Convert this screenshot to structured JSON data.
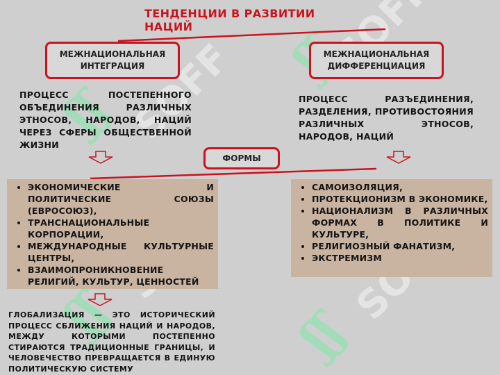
{
  "title": "ТЕНДЕНЦИИ В РАЗВИТИИ НАЦИЙ",
  "integration": {
    "label": "МЕЖНАЦИОНАЛЬНАЯ ИНТЕГРАЦИЯ",
    "description": "ПРОЦЕСС ПОСТЕПЕННОГО ОБЪЕДИНЕНИЯ РАЗЛИЧНЫХ ЭТНОСОВ, НАРОДОВ, НАЦИЙ ЧЕРЕЗ СФЕРЫ ОБЩЕСТВЕННОЙ ЖИЗНИ"
  },
  "differentiation": {
    "label": "МЕЖНАЦИОНАЛЬНАЯ ДИФФЕРЕНЦИАЦИЯ",
    "description": "ПРОЦЕСС РАЗЪЕДИНЕНИЯ, РАЗДЕЛЕНИЯ, ПРОТИВОСТОЯНИЯ РАЗЛИЧНЫХ ЭТНОСОВ, НАРОДОВ, НАЦИЙ"
  },
  "forms_label": "ФОРМЫ",
  "integration_forms": [
    "ЭКОНОМИЧЕСКИЕ И ПОЛИТИЧЕСКИЕ СОЮЗЫ (ЕВРОСОЮЗ),",
    "ТРАНСНАЦИОНАЛЬНЫЕ КОРПОРАЦИИ,",
    "МЕЖДУНАРОДНЫЕ КУЛЬТУРНЫЕ ЦЕНТРЫ,",
    "ВЗАИМОПРОНИКНОВЕНИЕ РЕЛИГИЙ, КУЛЬТУР, ЦЕННОСТЕЙ"
  ],
  "differentiation_forms": [
    "САМОИЗОЛЯЦИЯ,",
    "ПРОТЕКЦИОНИЗМ В ЭКОНОМИКЕ,",
    "НАЦИОНАЛИЗМ В РАЗЛИЧНЫХ ФОРМАХ В ПОЛИТИКЕ И КУЛЬТУРЕ,",
    "РЕЛИГИОЗНЫЙ ФАНАТИЗМ,",
    "ЭКСТРЕМИЗМ"
  ],
  "globalization": "ГЛОБАЛИЗАЦИЯ — ЭТО ИСТОРИЧЕСКИЙ ПРОЦЕСС СБЛИЖЕНИЯ НАЦИЙ И НАРОДОВ, МЕЖДУ КОТОРЫМИ ПОСТЕПЕННО СТИРАЮТСЯ ТРАДИЦИОННЫЕ ГРАНИЦЫ, И ЧЕЛОВЕЧЕСТВО ПРЕВРАЩАЕТСЯ В ЕДИНУЮ ПОЛИТИЧЕСКУЮ СИСТЕМУ",
  "watermark": "SOFF",
  "colors": {
    "accent": "#c8141e",
    "panel": "#c9b4a1",
    "background": "#cfcfcf"
  }
}
